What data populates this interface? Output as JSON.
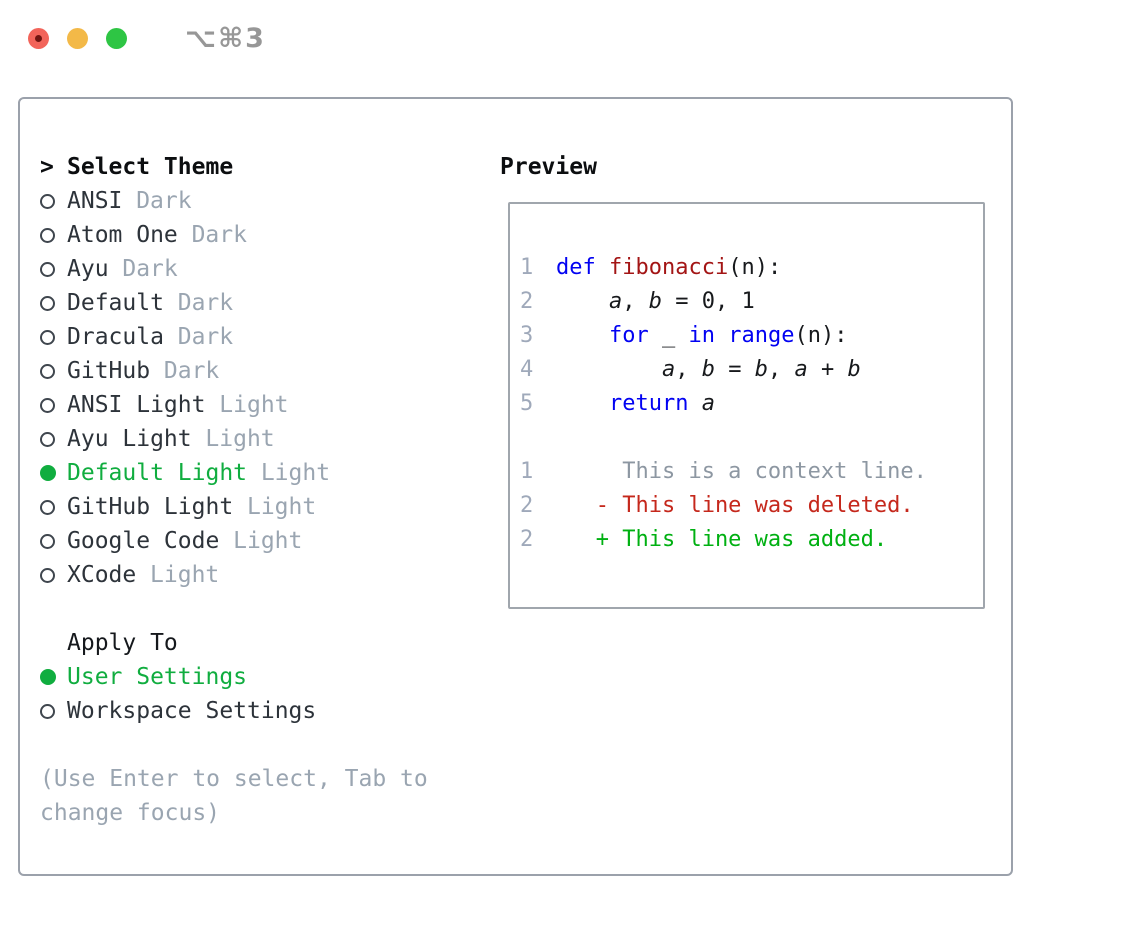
{
  "window": {
    "shortcut_label": "⌥⌘3",
    "traffic_lights": [
      "close",
      "minimize",
      "zoom"
    ]
  },
  "theme_selector": {
    "title_marker": ">",
    "title": "Select Theme",
    "items": [
      {
        "name": "ANSI",
        "variant": "Dark",
        "selected": false
      },
      {
        "name": "Atom One",
        "variant": "Dark",
        "selected": false
      },
      {
        "name": "Ayu",
        "variant": "Dark",
        "selected": false
      },
      {
        "name": "Default",
        "variant": "Dark",
        "selected": false
      },
      {
        "name": "Dracula",
        "variant": "Dark",
        "selected": false
      },
      {
        "name": "GitHub",
        "variant": "Dark",
        "selected": false
      },
      {
        "name": "ANSI Light",
        "variant": "Light",
        "selected": false
      },
      {
        "name": "Ayu Light",
        "variant": "Light",
        "selected": false
      },
      {
        "name": "Default Light",
        "variant": "Light",
        "selected": true
      },
      {
        "name": "GitHub Light",
        "variant": "Light",
        "selected": false
      },
      {
        "name": "Google Code",
        "variant": "Light",
        "selected": false
      },
      {
        "name": "XCode",
        "variant": "Light",
        "selected": false
      }
    ]
  },
  "apply_to": {
    "title": "Apply To",
    "options": [
      {
        "label": "User Settings",
        "selected": true
      },
      {
        "label": "Workspace Settings",
        "selected": false
      }
    ]
  },
  "hint": "(Use Enter to select, Tab to change focus)",
  "preview": {
    "title": "Preview",
    "code_lines": [
      {
        "num": "1",
        "segments": [
          {
            "text": "def ",
            "role": "keyword"
          },
          {
            "text": "fibonacci",
            "role": "function"
          },
          {
            "text": "(n):",
            "role": "plain"
          }
        ]
      },
      {
        "num": "2",
        "segments": [
          {
            "text": "    ",
            "role": "plain"
          },
          {
            "text": "a",
            "role": "var"
          },
          {
            "text": ", ",
            "role": "plain"
          },
          {
            "text": "b",
            "role": "var"
          },
          {
            "text": " = 0, 1",
            "role": "plain"
          }
        ]
      },
      {
        "num": "3",
        "segments": [
          {
            "text": "    ",
            "role": "plain"
          },
          {
            "text": "for",
            "role": "keyword"
          },
          {
            "text": " _ ",
            "role": "plain"
          },
          {
            "text": "in",
            "role": "keyword"
          },
          {
            "text": " ",
            "role": "plain"
          },
          {
            "text": "range",
            "role": "keyword"
          },
          {
            "text": "(n):",
            "role": "plain"
          }
        ]
      },
      {
        "num": "4",
        "segments": [
          {
            "text": "        ",
            "role": "plain"
          },
          {
            "text": "a",
            "role": "var"
          },
          {
            "text": ", ",
            "role": "plain"
          },
          {
            "text": "b",
            "role": "var"
          },
          {
            "text": " = ",
            "role": "plain"
          },
          {
            "text": "b",
            "role": "var"
          },
          {
            "text": ", ",
            "role": "plain"
          },
          {
            "text": "a",
            "role": "var"
          },
          {
            "text": " + ",
            "role": "plain"
          },
          {
            "text": "b",
            "role": "var"
          }
        ]
      },
      {
        "num": "5",
        "segments": [
          {
            "text": "    ",
            "role": "plain"
          },
          {
            "text": "return",
            "role": "keyword"
          },
          {
            "text": " ",
            "role": "plain"
          },
          {
            "text": "a",
            "role": "var"
          }
        ]
      },
      {
        "num": "",
        "segments": []
      },
      {
        "num": "1",
        "segments": [
          {
            "text": "     This is a context line.",
            "role": "context"
          }
        ]
      },
      {
        "num": "2",
        "segments": [
          {
            "text": "   - This line was deleted.",
            "role": "deleted"
          }
        ]
      },
      {
        "num": "2",
        "segments": [
          {
            "text": "   + This line was added.",
            "role": "added"
          }
        ]
      }
    ]
  },
  "colors": {
    "accent_green": "#10ad3f",
    "added_green": "#00b012",
    "deleted_red": "#c5281c",
    "keyword_blue": "#0202f2",
    "function_red": "#a31515",
    "traffic_red": "#f2645a",
    "traffic_yellow": "#f3b948",
    "traffic_green": "#2ec544"
  }
}
